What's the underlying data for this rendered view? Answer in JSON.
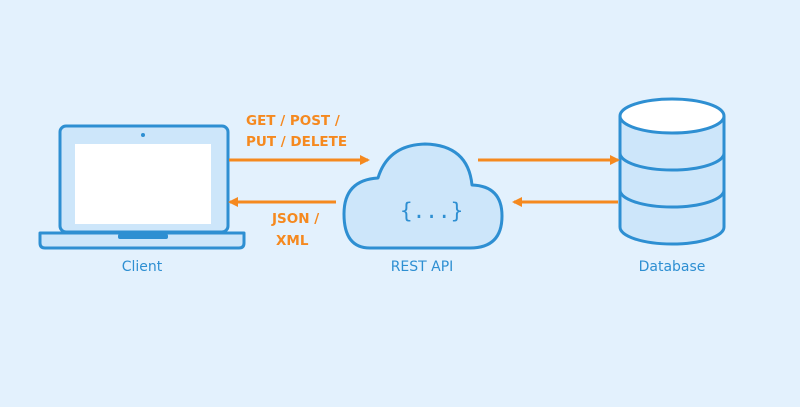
{
  "nodes": {
    "client": "Client",
    "api": "REST API",
    "api_symbol": "{...}",
    "database": "Database"
  },
  "arrows": {
    "request_line1": "GET / POST /",
    "request_line2": "PUT / DELETE",
    "response_line1": "JSON /",
    "response_line2": "XML"
  },
  "colors": {
    "background": "#e3f1fd",
    "stroke": "#2e8fd2",
    "fill": "#cde6fa",
    "arrow": "#f5891f"
  }
}
